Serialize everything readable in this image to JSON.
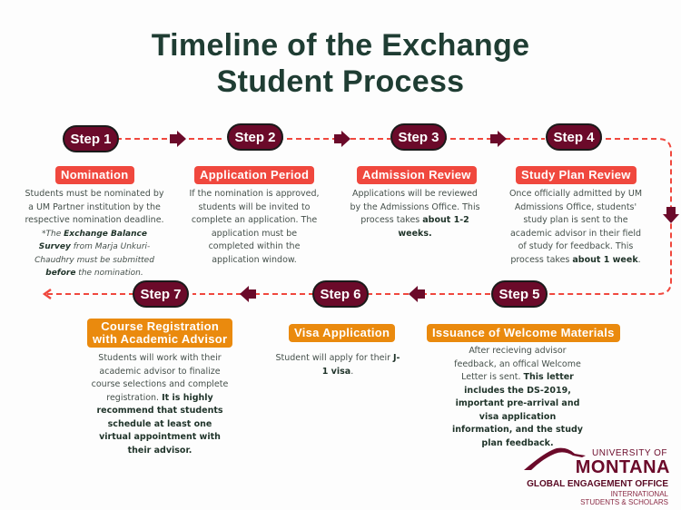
{
  "title": "Timeline of the Exchange Student Process",
  "title_line1": "Timeline of the Exchange",
  "title_line2": "Student Process",
  "colors": {
    "title": "#1f3d33",
    "step_pill": "#6b0a2a",
    "red_label": "#f0483e",
    "orange_label": "#ea8a0e",
    "dashed_line": "#f0483e",
    "arrow": "#6b0a2a"
  },
  "steps": [
    {
      "pill": "Step 1",
      "label": "Nomination",
      "desc_parts": {
        "a": "Students must be nominated by a UM Partner institution by the respective nomination deadline.",
        "note_prefix": "*The ",
        "note_bold": "Exchange Balance Survey",
        "note_mid": " from Marja Unkuri-Chaudhry must be submitted ",
        "note_bold2": "before",
        "note_end": " the nomination."
      }
    },
    {
      "pill": "Step 2",
      "label": "Application Period",
      "desc": "If the nomination is approved, students will be invited to complete an application. The application must be completed within the application window."
    },
    {
      "pill": "Step 3",
      "label": "Admission Review",
      "desc_plain": "Applications will be reviewed by the Admissions Office. This process takes ",
      "desc_bold": "about 1-2 weeks."
    },
    {
      "pill": "Step 4",
      "label": "Study Plan Review",
      "desc_plain": "Once officially admitted by UM Admissions Office, students' study plan is sent to the academic advisor in their field of study for feedback. This process takes ",
      "desc_bold": "about 1 week",
      "desc_end": "."
    },
    {
      "pill": "Step 5",
      "label": "Issuance of Welcome Materials",
      "desc_plain": "After recieving advisor feedback, an offical Welcome Letter is sent. ",
      "desc_bold": "This letter includes the DS-2019, important pre-arrival and visa application information, and the study plan feedback."
    },
    {
      "pill": "Step 6",
      "label": "Visa Application",
      "desc_plain": "Student will apply for their ",
      "desc_bold": "J-1 visa",
      "desc_end": "."
    },
    {
      "pill": "Step 7",
      "label_line1": "Course Registration",
      "label_line2": "with Academic Advisor",
      "desc_plain": "Students will work with their academic advisor to finalize course selections and complete registration. ",
      "desc_bold": "It is highly recommend that students schedule at least one virtual appointment with their advisor."
    }
  ],
  "logo": {
    "line1": "UNIVERSITY OF",
    "line2": "MONTANA",
    "line3": "GLOBAL ENGAGEMENT OFFICE",
    "line4a": "INTERNATIONAL",
    "line4b": "STUDENTS & SCHOLARS"
  }
}
